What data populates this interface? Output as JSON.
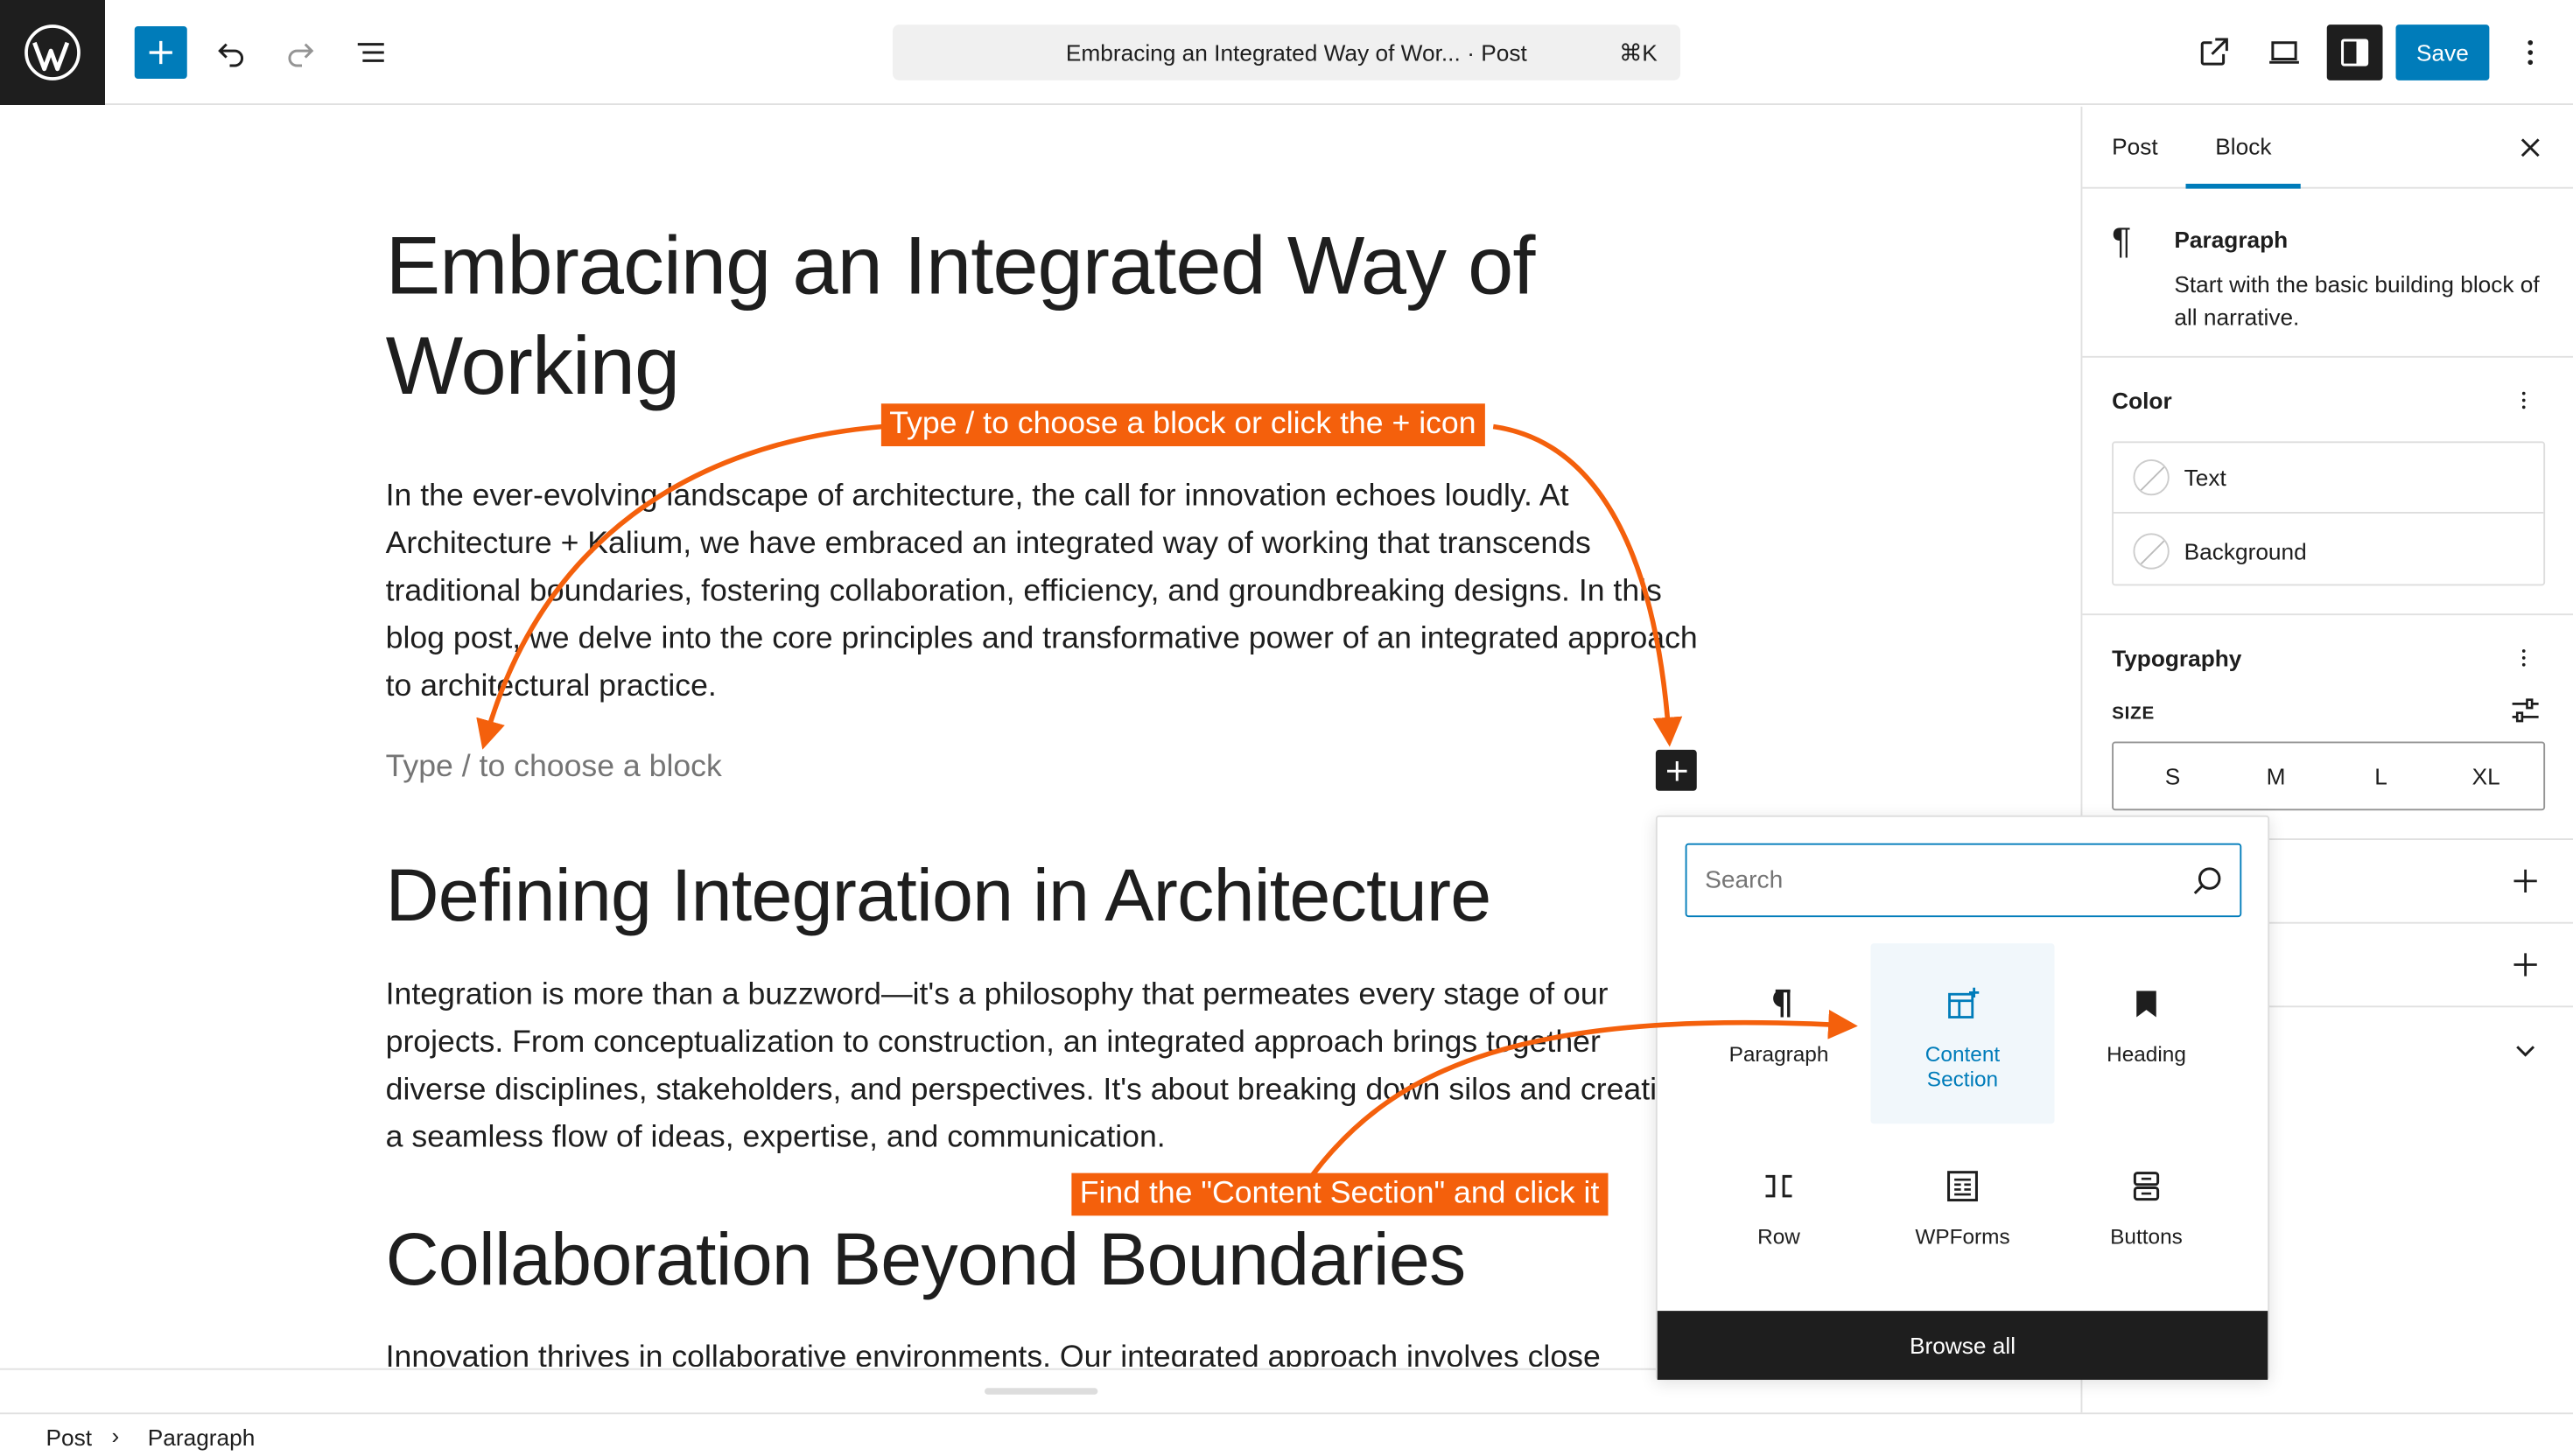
{
  "header": {
    "title": "Embracing an Integrated Way of Wor...",
    "post_type": "· Post",
    "shortcut": "⌘K",
    "save_label": "Save"
  },
  "content": {
    "title": "Embracing an Integrated Way of Working",
    "paragraph1": "In the ever-evolving landscape of architecture, the call for innovation echoes loudly. At Architecture + Kalium, we have embraced an integrated way of working that transcends traditional boundaries, fostering collaboration, efficiency, and groundbreaking designs. In this blog post, we delve into the core principles and transformative power of an integrated approach to architectural practice.",
    "placeholder": "Type / to choose a block",
    "heading1": "Defining Integration in Architecture",
    "paragraph2": "Integration is more than a buzzword—it's a philosophy that permeates every stage of our projects. From conceptualization to construction, an integrated approach brings together diverse disciplines, stakeholders, and perspectives. It's about breaking down silos and creating a seamless flow of ideas, expertise, and communication.",
    "heading2": "Collaboration Beyond Boundaries",
    "paragraph3": "Innovation thrives in collaborative environments. Our integrated approach involves close"
  },
  "sidebar": {
    "tabs": [
      "Post",
      "Block"
    ],
    "active_tab": "Block",
    "block_card": {
      "title": "Paragraph",
      "description": "Start with the basic building block of all narrative."
    },
    "color_panel": {
      "title": "Color",
      "items": [
        "Text",
        "Background"
      ]
    },
    "typography_panel": {
      "title": "Typography",
      "size_label": "SIZE",
      "sizes": [
        "S",
        "M",
        "L",
        "XL"
      ]
    }
  },
  "inserter": {
    "search_placeholder": "Search",
    "blocks": [
      {
        "label": "Paragraph",
        "icon": "paragraph-icon"
      },
      {
        "label": "Content\nSection",
        "icon": "content-section-icon"
      },
      {
        "label": "Heading",
        "icon": "heading-bookmark-icon"
      },
      {
        "label": "Row",
        "icon": "row-icon"
      },
      {
        "label": "WPForms",
        "icon": "wpforms-icon"
      },
      {
        "label": "Buttons",
        "icon": "buttons-icon"
      }
    ],
    "browse_all": "Browse all"
  },
  "breadcrumbs": [
    "Post",
    "Paragraph"
  ],
  "annotations": {
    "callout1": "Type / to choose a block or click the + icon",
    "callout2": "Find the \"Content Section\" and click it"
  },
  "colors": {
    "accent": "#007cba",
    "annotation": "#f4600c",
    "dark": "#1e1e1e"
  }
}
